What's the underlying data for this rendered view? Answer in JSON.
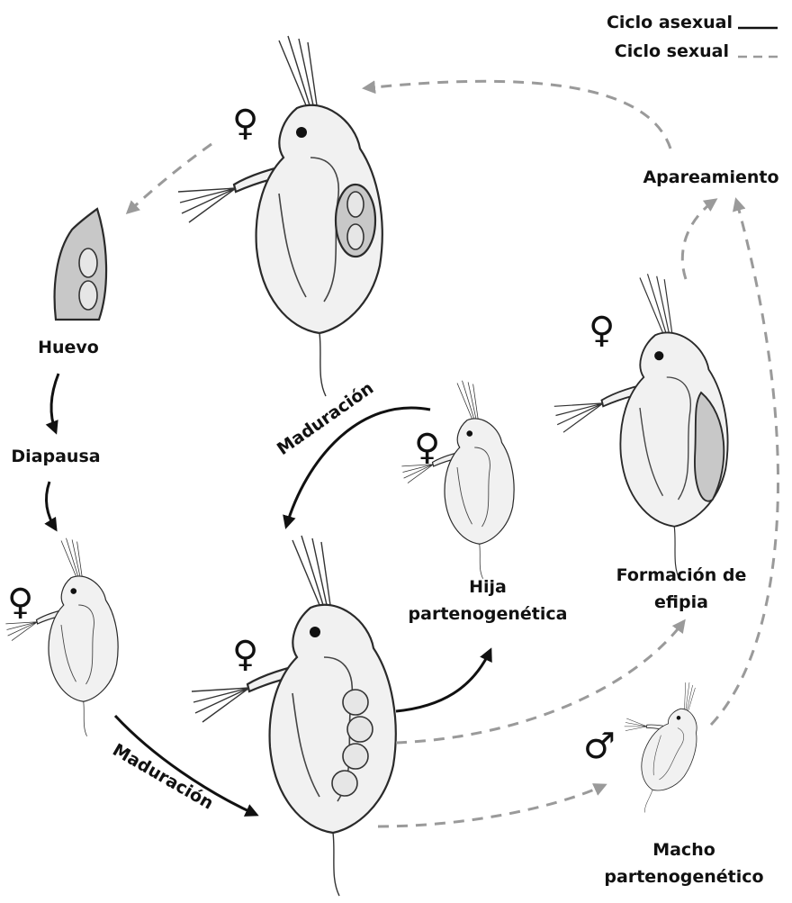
{
  "legend": {
    "asexual": "Ciclo asexual",
    "sexual": "Ciclo sexual"
  },
  "labels": {
    "mating": "Apareamiento",
    "egg": "Huevo",
    "diapause": "Diapausa",
    "maturation_top": "Maduración",
    "maturation_bottom": "Maduración",
    "daughter_line1": "Hija",
    "daughter_line2": "partenogenética",
    "ephippium_line1": "Formación de",
    "ephippium_line2": "efipia",
    "male_line1": "Macho",
    "male_line2": "partenogenético"
  },
  "symbols": {
    "female": "♀",
    "male": "♂"
  },
  "colors": {
    "asexual_line": "#111111",
    "sexual_line": "#9a9a9a"
  }
}
